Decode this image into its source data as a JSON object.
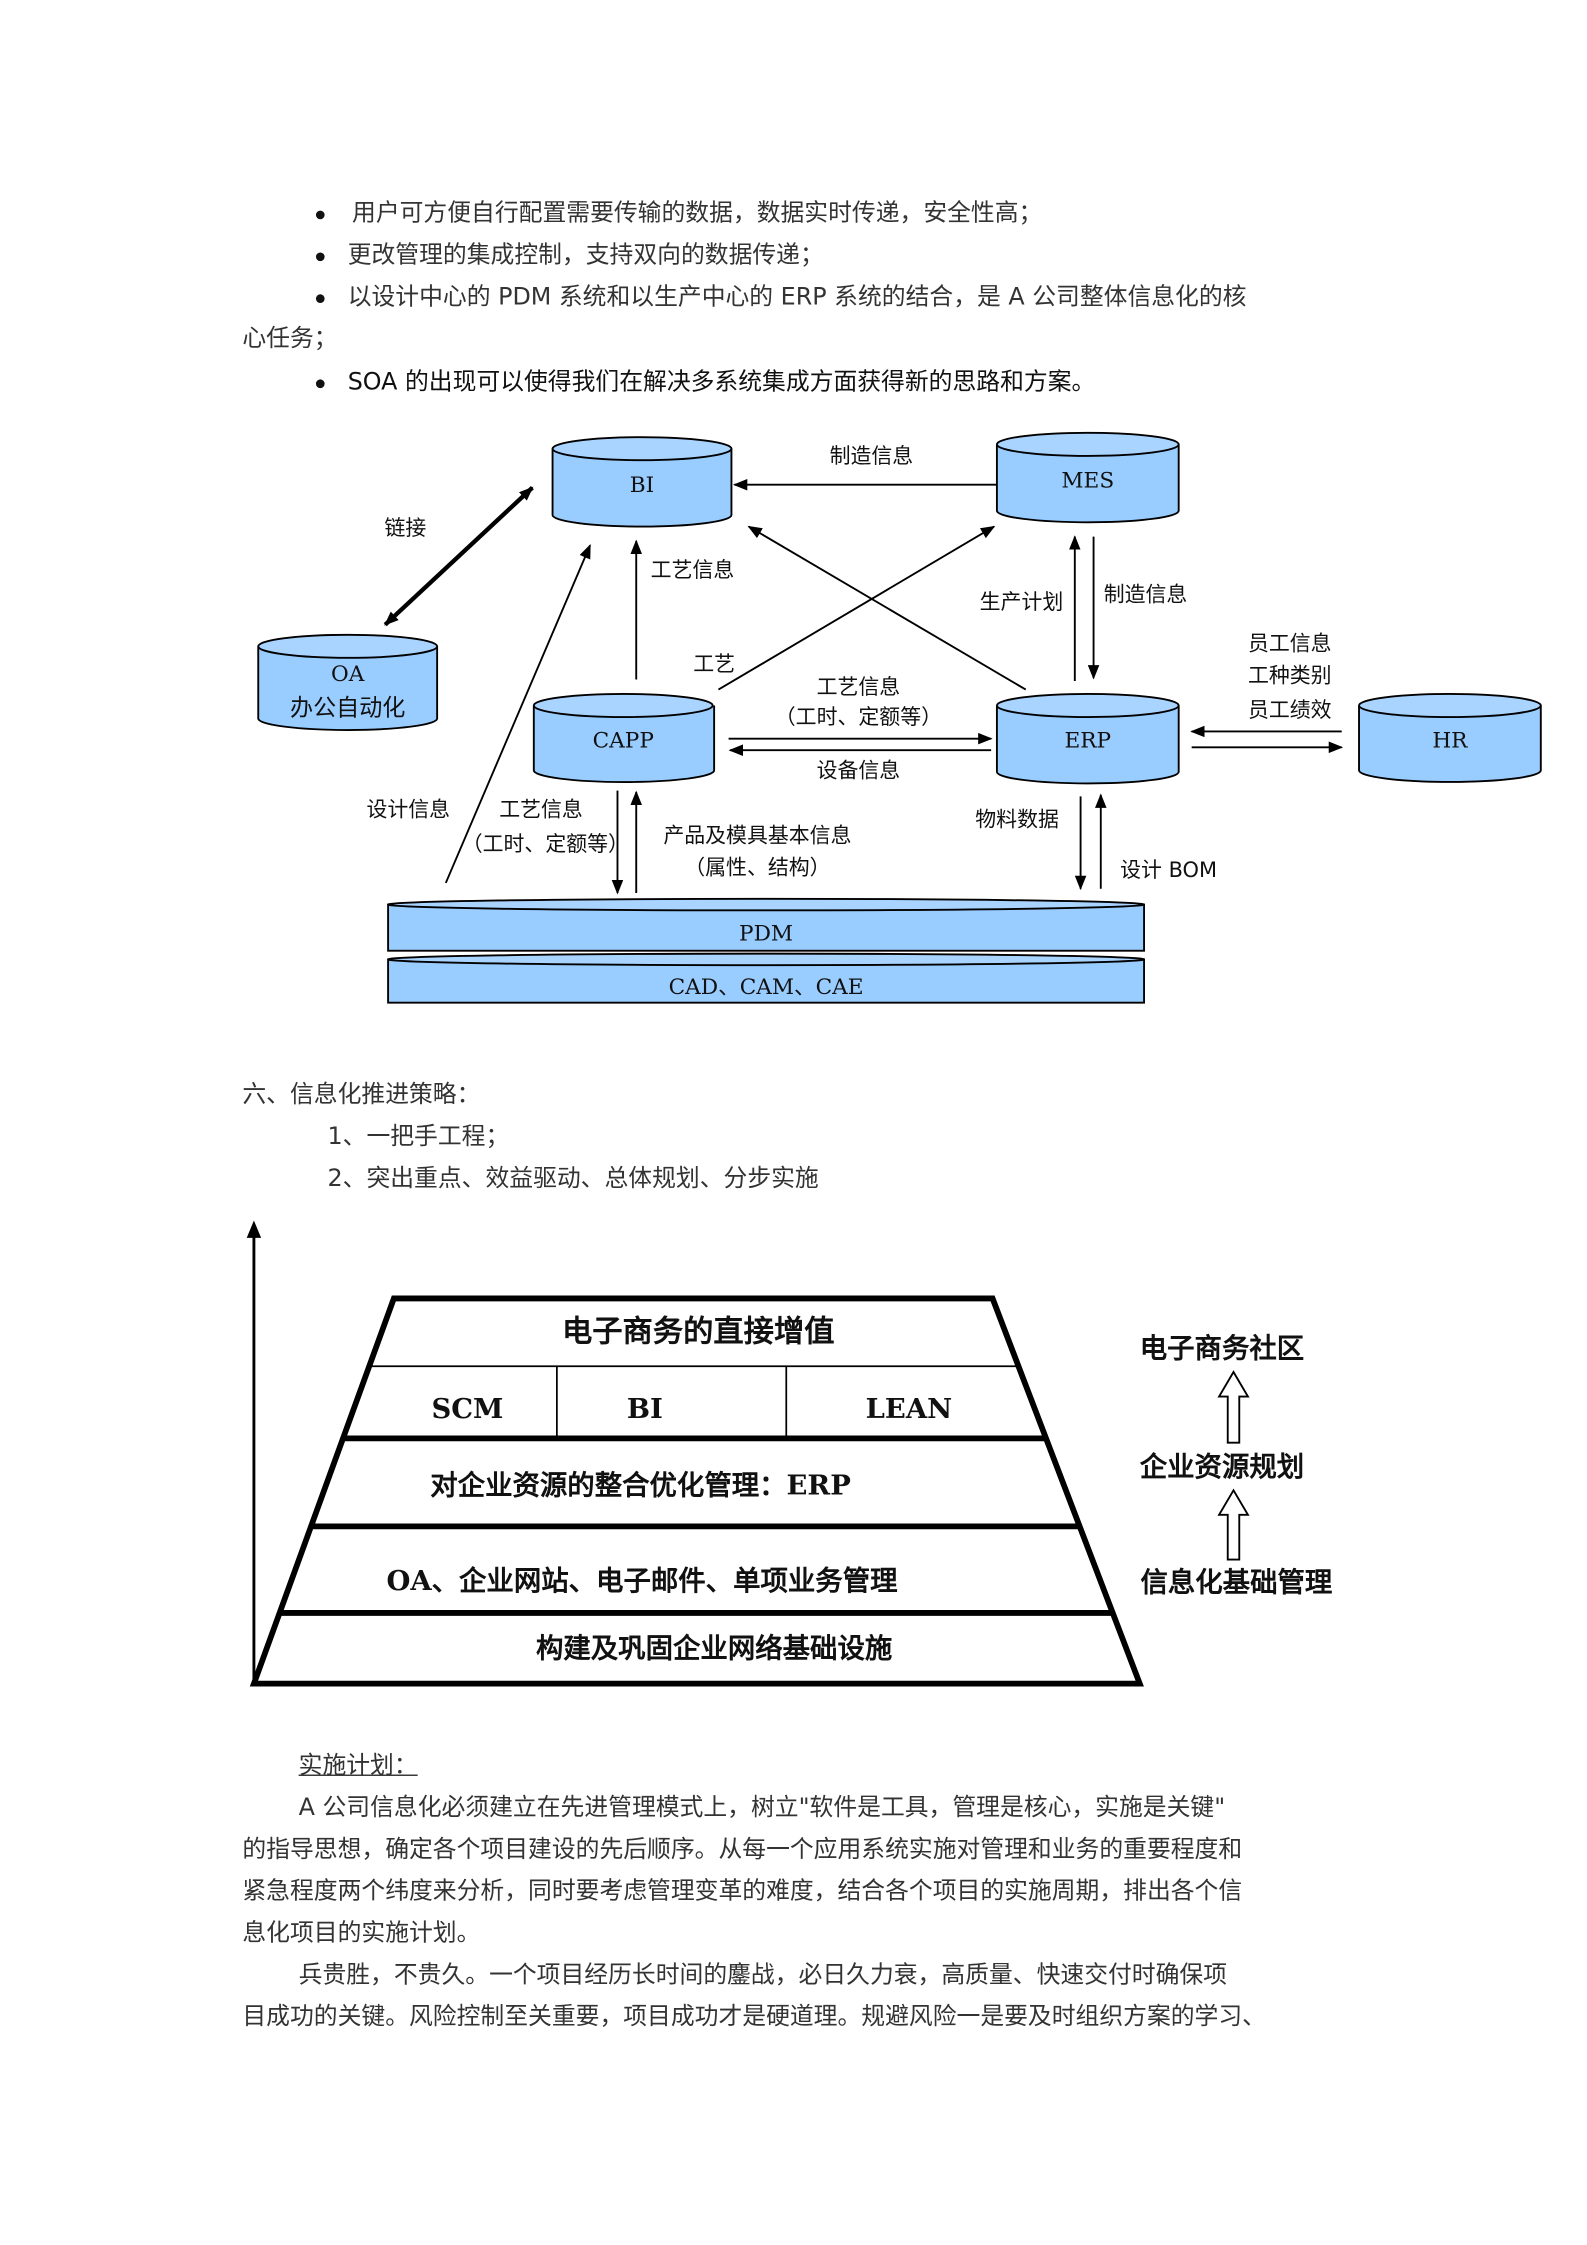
{
  "bullets": [
    "用户可方便自行配置需要传输的数据，数据实时传递，安全性高；",
    "更改管理的集成控制，支持双向的数据传递；",
    "以设计中心的 PDM 系统和以生产中心的 ERP 系统的结合，是 A 公司整体信息化的核",
    "SOA 的出现可以使得我们在解决多系统集成方面获得新的思路和方案。"
  ],
  "bullet3_continuation": "心任务；",
  "architecture_diagram": {
    "nodes": {
      "bi": "BI",
      "mes": "MES",
      "oa_line1": "OA",
      "oa_line2": "办公自动化",
      "capp": "CAPP",
      "erp": "ERP",
      "hr": "HR",
      "pdm": "PDM",
      "cad": "CAD、CAM、CAE"
    },
    "labels": {
      "mes_to_bi": "制造信息",
      "oa_bi_link": "链接",
      "capp_to_bi": "工艺信息",
      "erp_to_mes": "生产计划",
      "mes_to_erp": "制造信息",
      "hr_1": "员工信息",
      "hr_2": "工种类别",
      "hr_3": "员工绩效",
      "capp_to_mes": "工艺",
      "capp_to_erp_1": "工艺信息",
      "capp_to_erp_2": "（工时、定额等）",
      "erp_to_capp": "设备信息",
      "pdm_to_bi": "设计信息",
      "capp_to_pdm_1": "工艺信息",
      "capp_to_pdm_2": "（工时、定额等）",
      "pdm_to_capp_1": "产品及模具基本信息",
      "pdm_to_capp_2": "（属性、结构）",
      "erp_to_pdm": "物料数据",
      "pdm_to_erp": "设计 BOM"
    },
    "cylinder_color": "#99ccff"
  },
  "section6": {
    "heading": "六、信息化推进策略：",
    "items": [
      "1、一把手工程；",
      "2、突出重点、效益驱动、总体规划、分步实施"
    ]
  },
  "pyramid": {
    "top": "电子商务的直接增值",
    "apps": [
      "SCM",
      "BI",
      "LEAN"
    ],
    "erp": "对企业资源的整合优化管理：ERP",
    "basic": "OA、企业网站、电子邮件、单项业务管理",
    "base": "构建及巩固企业网络基础设施",
    "stages": [
      "电子商务社区",
      "企业资源规划",
      "信息化基础管理"
    ]
  },
  "plan": {
    "heading": "实施计划：",
    "para1": [
      "A 公司信息化必须建立在先进管理模式上，树立\"软件是工具，管理是核心，实施是关键\"",
      "的指导思想，确定各个项目建设的先后顺序。从每一个应用系统实施对管理和业务的重要程度和",
      "紧急程度两个纬度来分析，同时要考虑管理变革的难度，结合各个项目的实施周期，排出各个信",
      "息化项目的实施计划。"
    ],
    "para2": [
      "兵贵胜，不贵久。一个项目经历长时间的鏖战，必日久力衰，高质量、快速交付时确保项",
      "目成功的关键。风险控制至关重要，项目成功才是硬道理。规避风险一是要及时组织方案的学习、"
    ]
  }
}
